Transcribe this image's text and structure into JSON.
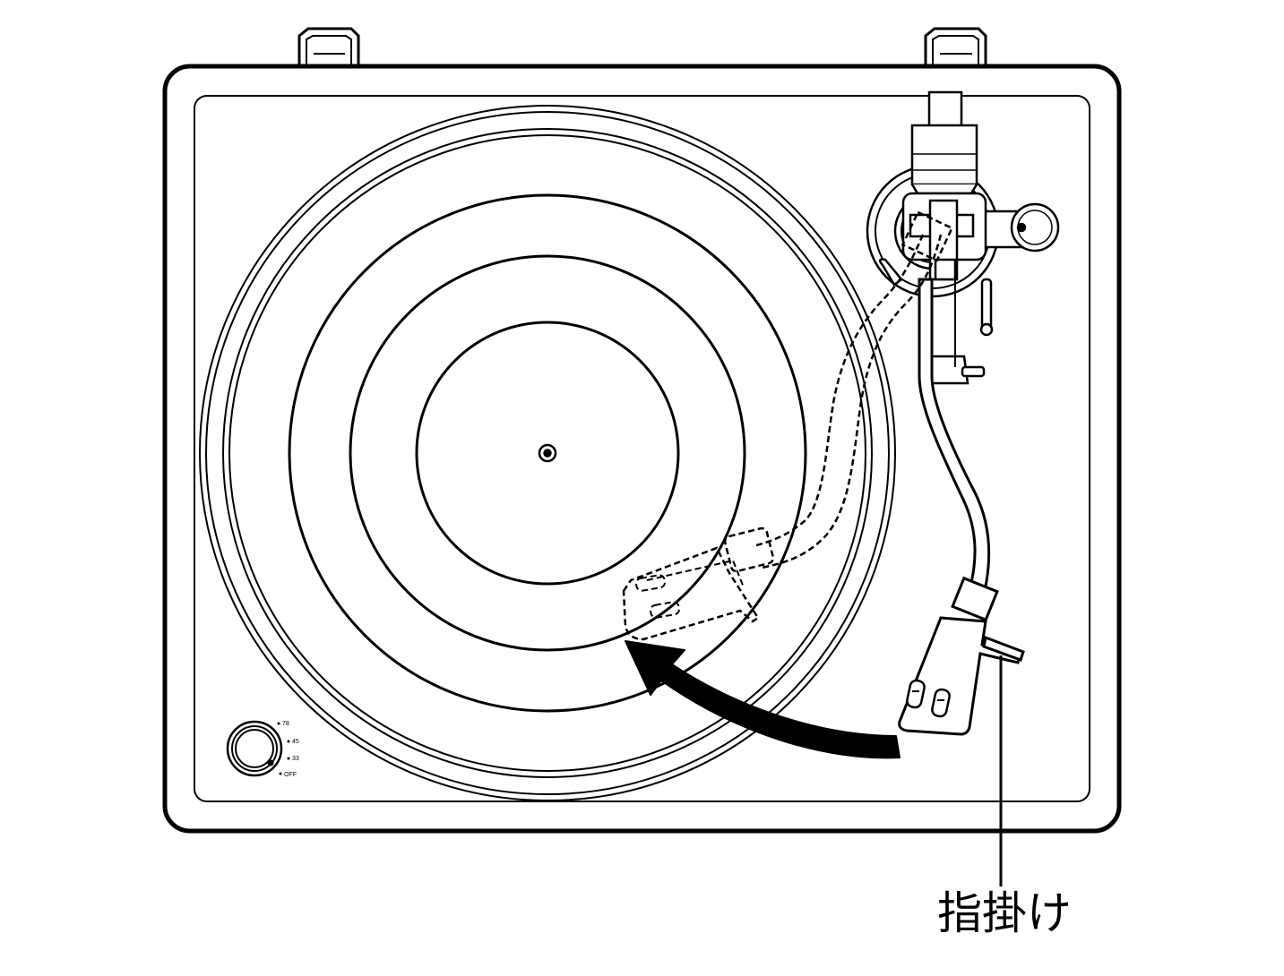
{
  "callout": {
    "label": "指掛け"
  },
  "speed_selector": {
    "options": [
      "78",
      "45",
      "33",
      "OFF"
    ]
  },
  "colors": {
    "line": "#000000",
    "background": "#ffffff"
  }
}
